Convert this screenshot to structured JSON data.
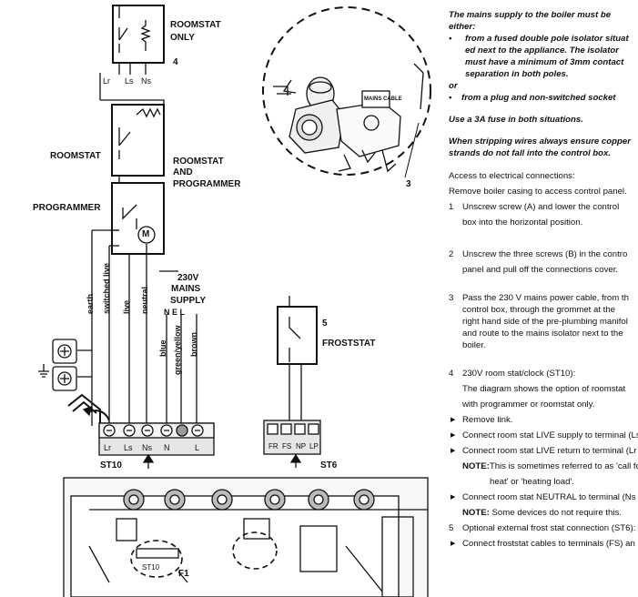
{
  "diagram": {
    "roomstat_only": [
      "ROOMSTAT",
      "ONLY"
    ],
    "fig4": "4",
    "roomstat": "ROOMSTAT",
    "roomstat_and_programmer": [
      "ROOMSTAT",
      "AND",
      "PROGRAMMER"
    ],
    "programmer": "PROGRAMMER",
    "motor": "M",
    "mains_supply": [
      "230V",
      "MAINS",
      "SUPPLY"
    ],
    "mains_nel": "N  E  L",
    "fig5": "5",
    "froststat": "FROSTSTAT",
    "fig3": "3",
    "mains_cable": "MAINS CABLE",
    "top_terminals": [
      "Lr",
      "Ls",
      "Ns"
    ],
    "wire_labels": [
      "earth",
      "switched live",
      "live",
      "neutral"
    ],
    "cable_colours": [
      "blue",
      "green/yellow",
      "brown"
    ],
    "st10_terminals": [
      "Lr",
      "Ls",
      "Ns",
      "N",
      "L"
    ],
    "st10_label": "ST10",
    "st6_terminals": [
      "FR",
      "FS",
      "NP",
      "LP"
    ],
    "st6_label": "ST6",
    "pcb_st10": "ST10",
    "f1": "F1"
  },
  "text": {
    "warn1": "The mains supply to the boiler must be",
    "warn2": "either:",
    "b1a": "from a fused double pole isolator situat",
    "b1b": "ed next to the appliance. The isolator",
    "b1c": "must have a minimum of 3mm contact",
    "b1d": "separation in both poles.",
    "or": "or",
    "b2": "from a plug and non-switched socket",
    "fuse": "Use a 3A fuse in both situations.",
    "strip1": "When stripping wires always ensure copper",
    "strip2": "strands do not fall into the control box.",
    "access1": "Access to electrical connections:",
    "access2": "Remove boiler casing to access control panel.",
    "s1n": "1",
    "s1a": "Unscrew screw (A) and lower the control",
    "s1b": "box into the horizontal position.",
    "s2n": "2",
    "s2a": "Unscrew the three screws (B) in the contro",
    "s2b": "panel and pull off the connections cover.",
    "s3n": "3",
    "s3a": "Pass the 230 V mains power cable, from th",
    "s3b": "control box, through the grommet at the",
    "s3c": "right hand side of the pre-plumbing manifol",
    "s3d": "and route to the mains isolator next to the",
    "s3e": "boiler.",
    "s4n": "4",
    "s4a": "230V room stat/clock (ST10):",
    "s4b": "The diagram shows the option of roomstat",
    "s4c": "with programmer or roomstat only.",
    "i1": "Remove link.",
    "i2": "Connect room stat LIVE supply to terminal (Ls",
    "i3": "Connect room stat LIVE return to terminal (Lr",
    "note1_label": "NOTE:",
    "note1a": "This is sometimes referred to as 'call fo",
    "note1b": "heat' or 'heating load'.",
    "i4": "Connect room stat NEUTRAL to terminal (Ns",
    "note2_label": "NOTE:",
    "note2": "Some devices do not require this.",
    "s5n": "5",
    "s5a": "Optional external frost stat connection (ST6):",
    "i5": "Connect froststat cables to terminals (FS) an"
  }
}
